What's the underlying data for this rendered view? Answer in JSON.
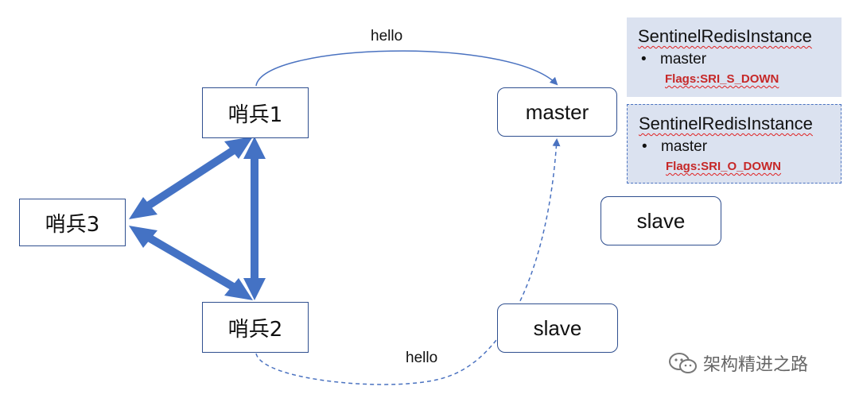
{
  "sentinels": {
    "s1": "哨兵1",
    "s2": "哨兵2",
    "s3": "哨兵3"
  },
  "redis": {
    "master": "master",
    "slave_right": "slave",
    "slave_bottom": "slave"
  },
  "messages": {
    "hello_top": "hello",
    "hello_bottom": "hello"
  },
  "panels": [
    {
      "title": "SentinelRedisInstance",
      "item": "master",
      "flag": "Flags:SRI_S_DOWN"
    },
    {
      "title": "SentinelRedisInstance",
      "item": "master",
      "flag": "Flags:SRI_O_DOWN"
    }
  ],
  "watermark": "架构精进之路",
  "colors": {
    "box_border": "#2f4f8f",
    "thick_arrow": "#4472c4",
    "thin_arrow": "#4a72c0",
    "panel_bg": "#dbe2f0",
    "flag_text": "#c62828"
  },
  "icons": [
    "wechat-icon"
  ]
}
